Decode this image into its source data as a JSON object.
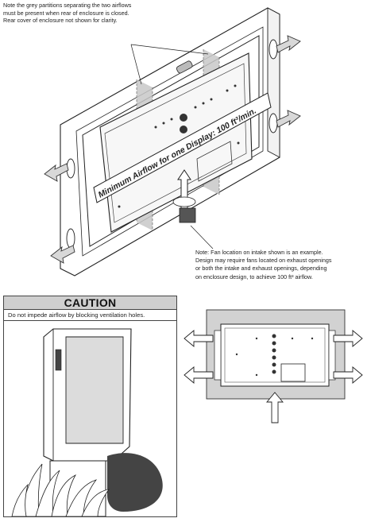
{
  "notes": {
    "partition_note": [
      "Note the grey partitions separating the two airflows",
      "must be present when rear of enclosure is closed.",
      "Rear cover of enclosure not shown for clarity."
    ],
    "fan_note": [
      "Note: Fan location on intake shown is an example.",
      "Design may require fans located on exhaust openings",
      "or both the intake and exhaust openings, depending",
      "on enclosure design, to achieve 100 ft³ airflow."
    ]
  },
  "banner": {
    "text": "Minimum Airflow for one Display: 100 ft³/min."
  },
  "caution": {
    "title": "CAUTION",
    "text": "Do not impede airflow by blocking ventilation holes."
  },
  "colors": {
    "partition_grey": "#c8c8c8",
    "enclosure_grey": "#d2d2d2",
    "caution_header": "#cfcfcf",
    "line": "#222222"
  }
}
